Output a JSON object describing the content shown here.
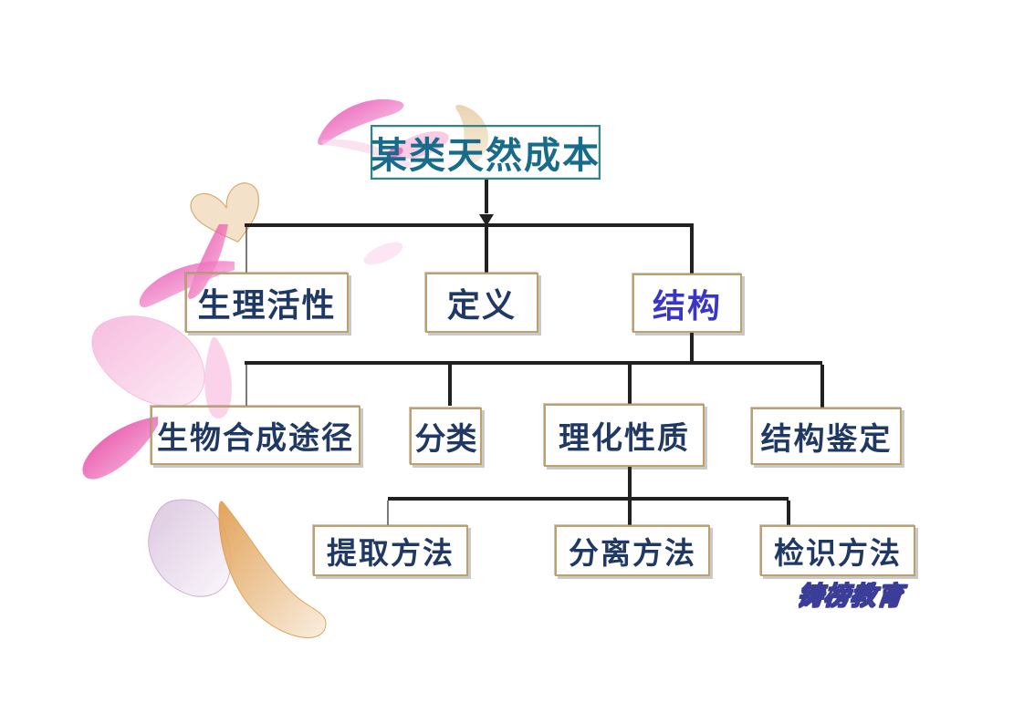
{
  "slide": {
    "nodes": {
      "root": {
        "label": "某类天然成本"
      },
      "level2": [
        {
          "label": "生理活性"
        },
        {
          "label": "定义"
        },
        {
          "label": "结构"
        }
      ],
      "level3": [
        {
          "label": "生物合成途径"
        },
        {
          "label": "分类"
        },
        {
          "label": "理化性质"
        },
        {
          "label": "结构鉴定"
        }
      ],
      "level4": [
        {
          "label": "提取方法"
        },
        {
          "label": "分离方法"
        },
        {
          "label": "检识方法"
        }
      ]
    },
    "watermark": {
      "text": "铸榜教育"
    }
  },
  "colors": {
    "root_border": "#2E8589",
    "root_text": "#186C8B",
    "box_border": "#BFA06A",
    "box_text": "#1F3864",
    "accent_text": "#3A35C9",
    "line": "#212121",
    "thin_line": "#5a5a5a",
    "wm_fill": "#F6C53F",
    "wm_outline": "#3C3C99"
  }
}
